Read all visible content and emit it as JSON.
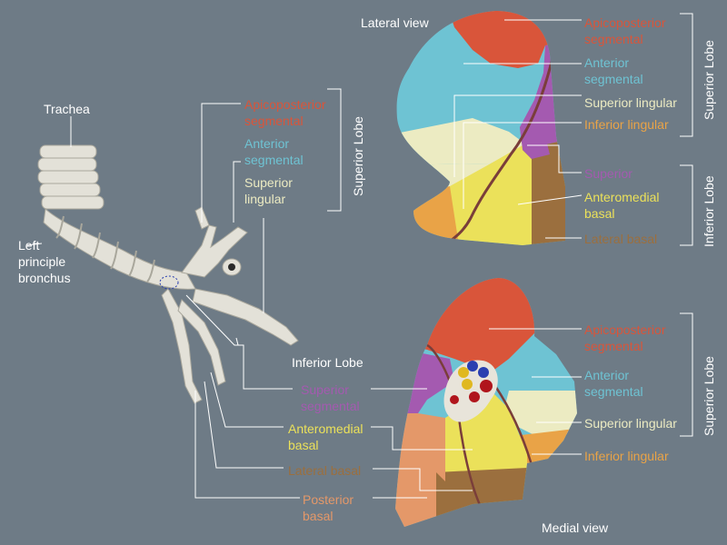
{
  "colors": {
    "background": "#6e7b86",
    "white": "#ffffff",
    "apicoposterior": "#d9553a",
    "anterior": "#6ec3d3",
    "superior_lingular": "#ecebc2",
    "inferior_lingular": "#e9a347",
    "superior": "#a45ab0",
    "anteromedial_basal": "#ebe15a",
    "lateral_basal": "#9b6f3e",
    "posterior_basal": "#e49869",
    "bronchus": "#e3e1d8"
  },
  "views": {
    "lateral": "Lateral view",
    "medial": "Medial view"
  },
  "bronchus_labels": {
    "trachea": "Trachea",
    "left_bronchus": "Left\nprinciple\nbronchus",
    "apicoposterior": "Apicoposterior\nsegmental",
    "anterior": "Anterior\nsegmental",
    "superior_lingular": "Superior\nlingular",
    "inferior_lobe": "Inferior Lobe",
    "superior_segmental": "Superior\nsegmental",
    "anteromedial_basal": "Anteromedial\nbasal",
    "lateral_basal": "Lateral basal",
    "posterior_basal": "Posterior\nbasal"
  },
  "lateral_labels": {
    "apicoposterior": "Apicoposterior\nsegmental",
    "anterior": "Anterior\nsegmental",
    "superior_lingular": "Superior lingular",
    "inferior_lingular": "Inferior lingular",
    "superior": "Superior",
    "anteromedial_basal": "Anteromedial\nbasal",
    "lateral_basal": "Lateral basal"
  },
  "medial_labels": {
    "apicoposterior": "Apicoposterior\nsegmental",
    "anterior": "Anterior\nsegmental",
    "superior_lingular": "Superior lingular",
    "inferior_lingular": "Inferior lingular"
  },
  "lobes": {
    "bronchus_superior": "Superior Lobe",
    "lateral_superior": "Superior Lobe",
    "lateral_inferior": "Inferior Lobe",
    "medial_superior": "Superior Lobe"
  }
}
